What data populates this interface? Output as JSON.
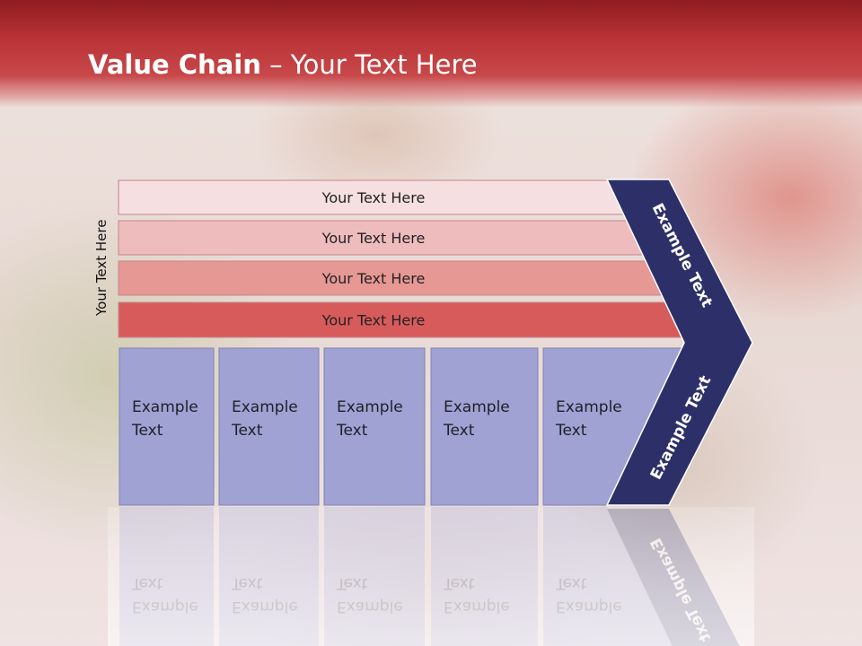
{
  "slide": {
    "title_bold": "Value Chain",
    "title_rest": " – Your Text Here",
    "side_label": "Your Text Here"
  },
  "bars": [
    {
      "label": "Your Text Here",
      "color": "#f6dfe0"
    },
    {
      "label": "Your Text Here",
      "color": "#efbcbe"
    },
    {
      "label": "Your Text Here",
      "color": "#e69894"
    },
    {
      "label": "Your Text Here",
      "color": "#d85b5c"
    }
  ],
  "columns": [
    {
      "line1": "Example",
      "line2": "Text"
    },
    {
      "line1": "Example",
      "line2": "Text"
    },
    {
      "line1": "Example",
      "line2": "Text"
    },
    {
      "line1": "Example",
      "line2": "Text"
    },
    {
      "line1": "Example",
      "line2": "Text"
    }
  ],
  "chevron": {
    "upper_text": "Example Text",
    "lower_text": "Example Text",
    "color": "#2d3068"
  },
  "column_color": "#9fa2d2"
}
